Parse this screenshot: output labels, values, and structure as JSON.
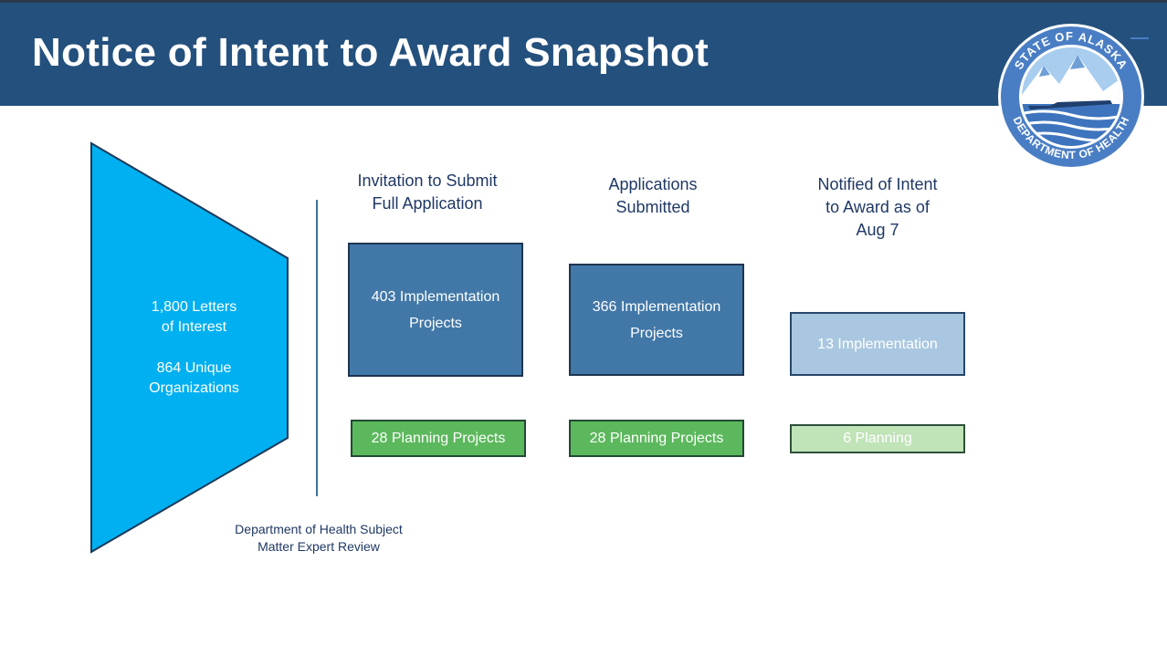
{
  "header": {
    "title": "Notice of Intent to Award Snapshot"
  },
  "logo": {
    "top_text": "STATE OF ALASKA",
    "bottom_text": "DEPARTMENT OF HEALTH"
  },
  "funnel": {
    "line1": "1,800 Letters",
    "line2": "of Interest",
    "line3": "864 Unique",
    "line4": "Organizations"
  },
  "review_label": {
    "line1": "Department of Health Subject",
    "line2": "Matter Expert Review"
  },
  "columns": [
    {
      "heading": [
        "Invitation to Submit",
        "Full Application"
      ],
      "implementation": [
        "403 Implementation",
        "Projects"
      ],
      "planning": "28 Planning Projects"
    },
    {
      "heading": [
        "Applications",
        "Submitted"
      ],
      "implementation": [
        "366 Implementation",
        "Projects"
      ],
      "planning": "28 Planning Projects"
    },
    {
      "heading": [
        "Notified of Intent",
        "to Award as of",
        "Aug 7"
      ],
      "implementation": [
        "13 Implementation"
      ],
      "planning": "6 Planning"
    }
  ],
  "colors": {
    "header": "#24507d",
    "funnel": "#00b0f0",
    "implementation": "#4278a8",
    "implementation_light": "#a9c7e0",
    "planning": "#5cb85c",
    "planning_light": "#c0e3b8"
  }
}
